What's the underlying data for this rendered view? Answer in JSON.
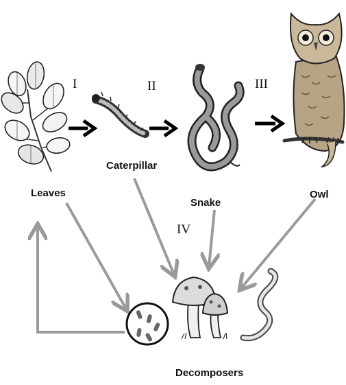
{
  "organisms": {
    "leaves": "Leaves",
    "caterpillar": "Caterpillar",
    "snake": "Snake",
    "owl": "Owl",
    "decomposers": "Decomposers"
  },
  "steps": {
    "one": "I",
    "two": "II",
    "three": "III",
    "four": "IV"
  },
  "colors": {
    "food_chain_arrow": "#000000",
    "decomposition_arrow": "#9a9a9a",
    "owl_feathers": "#b7a385",
    "snake_pattern": "#6e6e6e"
  }
}
